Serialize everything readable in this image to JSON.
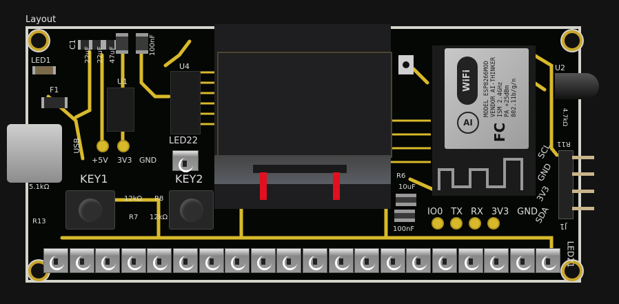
{
  "title": "Layout",
  "labels": {
    "led1": "LED1",
    "f1": "F1",
    "c1": "C1",
    "c_val1": "22uF",
    "c_val2": "22uF",
    "c_val3": "47uF",
    "c_val4": "10uF",
    "c_val5": "100nF",
    "u1": "U1",
    "u4": "U4",
    "usb": "USB",
    "p5v": "+5V",
    "p3v3": "3V3",
    "gnd": "GND",
    "led22": "LED22",
    "key1": "KEY1",
    "key2": "KEY2",
    "r7": "R7",
    "r8": "R8",
    "r7_val": "12kΩ",
    "r8_val": "12kΩ",
    "r13": "R13",
    "r13_val": "5.1kΩ",
    "r_val_12k": "12kΩ",
    "r6": "R6",
    "c10u": "10uF",
    "c100n": "100nF",
    "u2": "U2",
    "r11": "R11",
    "r_val_4k7": "4.7kΩ",
    "j1": "J1",
    "led21": "LED21"
  },
  "esp_module": {
    "model": "MODEL ESP8266MOD",
    "vendor": "VENDOR AI-THINKER",
    "ism": "ISM 2.4GHz",
    "pa": "PA +25dBm",
    "std": "802.11b/g/n",
    "logo": "WiFi",
    "brand": "AI",
    "fcc": "FC"
  },
  "esp_pins": [
    "IO0",
    "TX",
    "RX",
    "3V3",
    "GND"
  ],
  "j1_pins": [
    "SCL",
    "GND",
    "3V3",
    "SDA"
  ],
  "led_count": 20,
  "colors": {
    "copper": "#d8b92a",
    "board": "#050705",
    "outline": "#d4d4cc",
    "oled_red": "#e0101e"
  }
}
